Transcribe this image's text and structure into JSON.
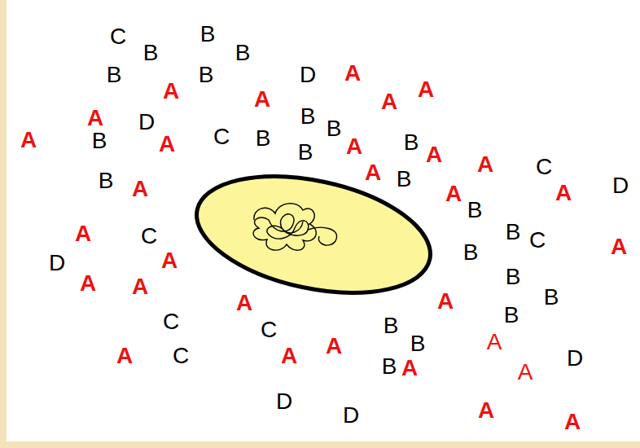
{
  "diagram": {
    "labels": [
      "C",
      "B",
      "B",
      "B",
      "B",
      "B",
      "D",
      "A",
      "A",
      "A",
      "A",
      "A",
      "A",
      "B",
      "D",
      "A",
      "C",
      "B",
      "B",
      "B",
      "B",
      "A",
      "B",
      "A",
      "A",
      "A",
      "C",
      "D",
      "A",
      "B",
      "A",
      "A",
      "B",
      "A",
      "B",
      "A",
      "C",
      "D",
      "A",
      "B",
      "C",
      "A",
      "B",
      "A",
      "A",
      "B",
      "B",
      "A",
      "A",
      "B",
      "C",
      "C",
      "B",
      "B",
      "A",
      "A",
      "A",
      "A",
      "C",
      "B",
      "A",
      "A",
      "D",
      "D",
      "D",
      "A",
      "A"
    ]
  }
}
